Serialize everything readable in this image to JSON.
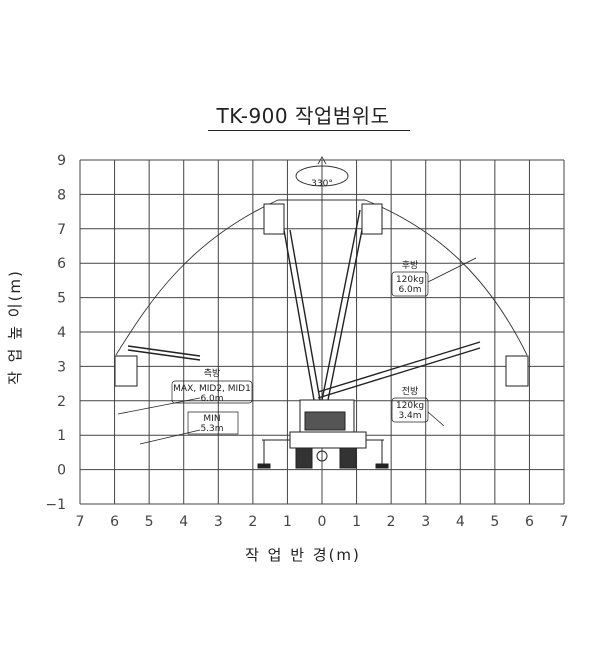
{
  "title": "TK-900 작업범위도",
  "xlabel": "작 업 반 경(m)",
  "ylabel": "작 업 높 이(m)",
  "x_ticks": [
    "7",
    "6",
    "5",
    "4",
    "3",
    "2",
    "1",
    "0",
    "1",
    "2",
    "3",
    "4",
    "5",
    "6",
    "7"
  ],
  "y_ticks": [
    "9",
    "8",
    "7",
    "6",
    "5",
    "4",
    "3",
    "2",
    "1",
    "0",
    "−1"
  ],
  "rotation": "330°",
  "side": {
    "heading": "측방",
    "max_label": "MAX, MID2, MID1",
    "max_value": "6.0m",
    "min_label": "MIN",
    "min_value": "5.3m"
  },
  "rear": {
    "heading": "후방",
    "load": "120kg",
    "reach": "6.0m"
  },
  "front": {
    "heading": "전방",
    "load": "120kg",
    "reach": "3.4m"
  }
}
